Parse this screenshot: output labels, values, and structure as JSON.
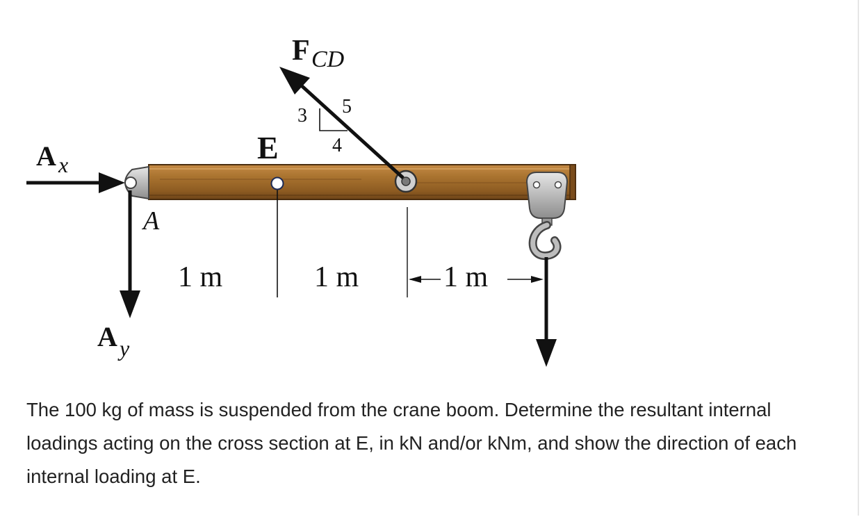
{
  "diagram": {
    "labels": {
      "force_bold": "F",
      "force_sub": "CD",
      "slope_hyp": "5",
      "slope_vert": "3",
      "slope_horiz": "4",
      "section_point": "E",
      "reaction_x": "A",
      "reaction_x_sub": "x",
      "reaction_y": "A",
      "reaction_y_sub": "y",
      "support_point": "A",
      "dim_1": "1 m",
      "dim_2": "1 m",
      "dim_3": "1 m"
    },
    "colors": {
      "boom_wood": "#a9732f",
      "boom_dark": "#6e4418",
      "arrow": "#111111",
      "hardware": "#b9b9b9"
    }
  },
  "problem": {
    "text": "The 100 kg of mass is suspended from the crane boom. Determine the resultant internal loadings acting on the cross section at E, in kN and/or kNm, and show the direction of each internal loading at E."
  }
}
